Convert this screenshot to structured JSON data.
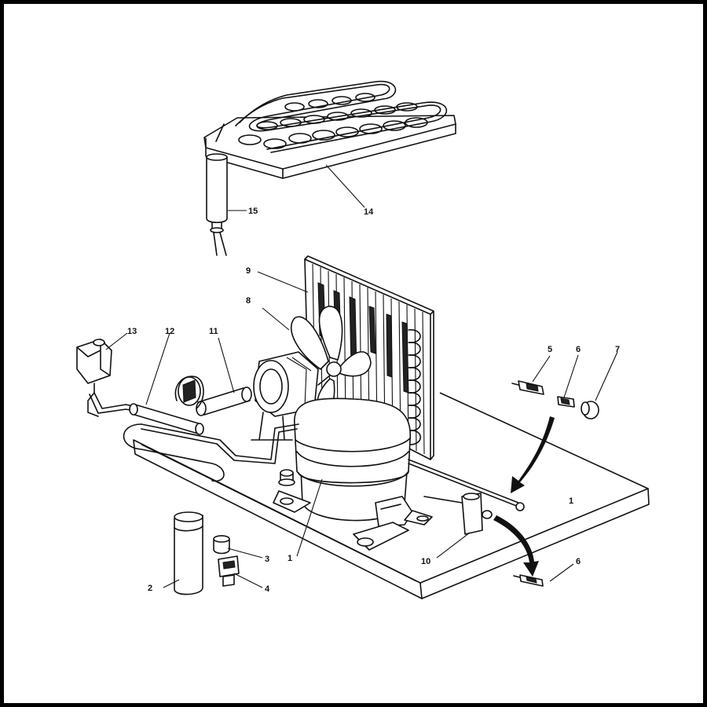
{
  "diagram": {
    "callouts": [
      {
        "id": "c1",
        "text": "1"
      },
      {
        "id": "c1b",
        "text": "1"
      },
      {
        "id": "c2",
        "text": "2"
      },
      {
        "id": "c3",
        "text": "3"
      },
      {
        "id": "c4",
        "text": "4"
      },
      {
        "id": "c5",
        "text": "5"
      },
      {
        "id": "c6",
        "text": "6"
      },
      {
        "id": "c6b",
        "text": "6"
      },
      {
        "id": "c7",
        "text": "7"
      },
      {
        "id": "c8",
        "text": "8"
      },
      {
        "id": "c9",
        "text": "9"
      },
      {
        "id": "c10",
        "text": "10"
      },
      {
        "id": "c11",
        "text": "11"
      },
      {
        "id": "c12",
        "text": "12"
      },
      {
        "id": "c13",
        "text": "13"
      },
      {
        "id": "c14",
        "text": "14"
      },
      {
        "id": "c15",
        "text": "15"
      }
    ],
    "colors": {
      "line": "#111111",
      "background": "#ffffff",
      "frame": "#000000"
    }
  }
}
